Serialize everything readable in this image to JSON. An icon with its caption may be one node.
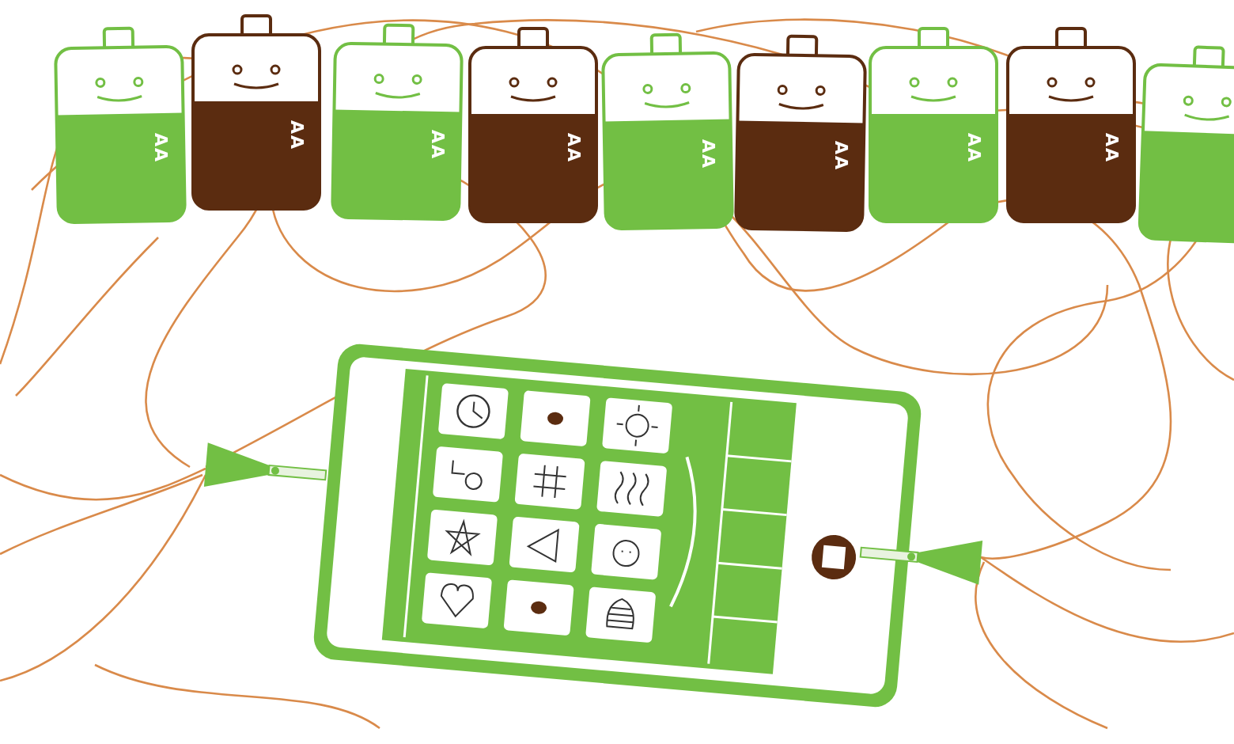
{
  "diagram": {
    "labels": [
      "AA",
      "AA",
      "AA",
      "AA",
      "AA",
      "AA",
      "AA",
      "AA"
    ]
  }
}
